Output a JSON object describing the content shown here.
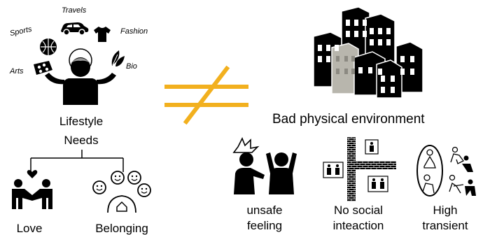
{
  "lifestyle": {
    "interests": [
      "Travels",
      "Sports",
      "Fashion",
      "Arts",
      "Bio"
    ],
    "title_line1": "Lifestyle",
    "title_line2": "Needs",
    "needs": [
      "Love",
      "Belonging"
    ]
  },
  "operator": "≠",
  "environment": {
    "title": "Bad physical environment",
    "effects": [
      {
        "line1": "unsafe",
        "line2": "feeling"
      },
      {
        "line1": "No social",
        "line2": "inteaction"
      },
      {
        "line1": "High",
        "line2": "transient"
      }
    ]
  },
  "colors": {
    "operator": "#f2b01e",
    "building_gray": "#b8b6ad",
    "ink": "#000000"
  }
}
